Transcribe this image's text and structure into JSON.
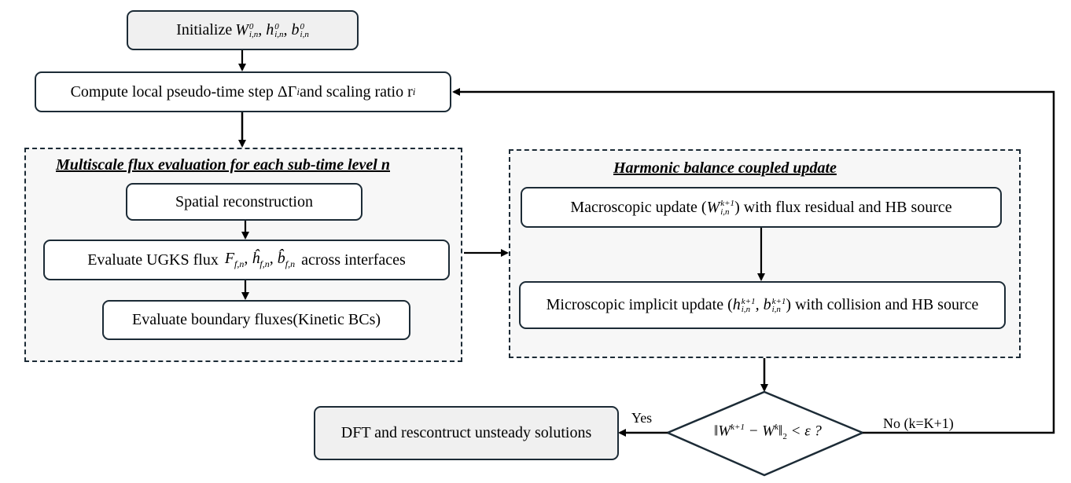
{
  "boxes": {
    "initialize": "Initialize",
    "compute_step": "Compute local pseudo-time step ΔΓ",
    "compute_step_sub": "i",
    "compute_step_mid": " and scaling ratio r",
    "spatial": "Spatial reconstruction",
    "ugks_pre": "Evaluate UGKS flux",
    "ugks_post": "across interfaces",
    "boundary": "Evaluate boundary fluxes(Kinetic BCs)",
    "macro_pre": "Macroscopic update (",
    "macro_post": ") with flux residual and HB source",
    "micro_pre": "Microscopic implicit update (",
    "micro_post": ") with collision and HB source",
    "dft": "DFT and rescontruct unsteady solutions"
  },
  "groups": {
    "multiscale_title": "Multiscale flux evaluation for each sub-time level n",
    "harmonic_title": "Harmonic balance coupled update"
  },
  "decision": {
    "yes": "Yes",
    "no": "No (k=K+1)"
  }
}
